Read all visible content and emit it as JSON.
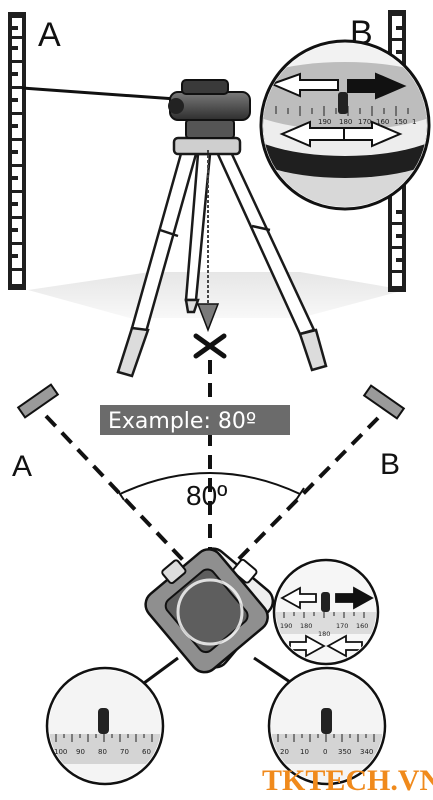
{
  "labels": {
    "staff_a_top": "A",
    "staff_b_top": "B",
    "marker_a": "A",
    "marker_b": "B",
    "example": "Example: 80º",
    "angle": "80º"
  },
  "dial_top": {
    "ticks": [
      "190",
      "180",
      "170",
      "160",
      "150",
      "1"
    ]
  },
  "dial_mid": {
    "ticks_top": [
      "190",
      "180",
      "170",
      "160"
    ],
    "center": "180"
  },
  "dial_left": {
    "ticks": [
      "100",
      "90",
      "80",
      "70",
      "60"
    ]
  },
  "dial_right": {
    "ticks": [
      "20",
      "10",
      "0",
      "350",
      "340"
    ]
  },
  "watermark": "TKTECH.VN",
  "colors": {
    "label_bg": "#6b6b6b",
    "watermark": "#f08a1c",
    "ink": "#1a1a1a"
  }
}
